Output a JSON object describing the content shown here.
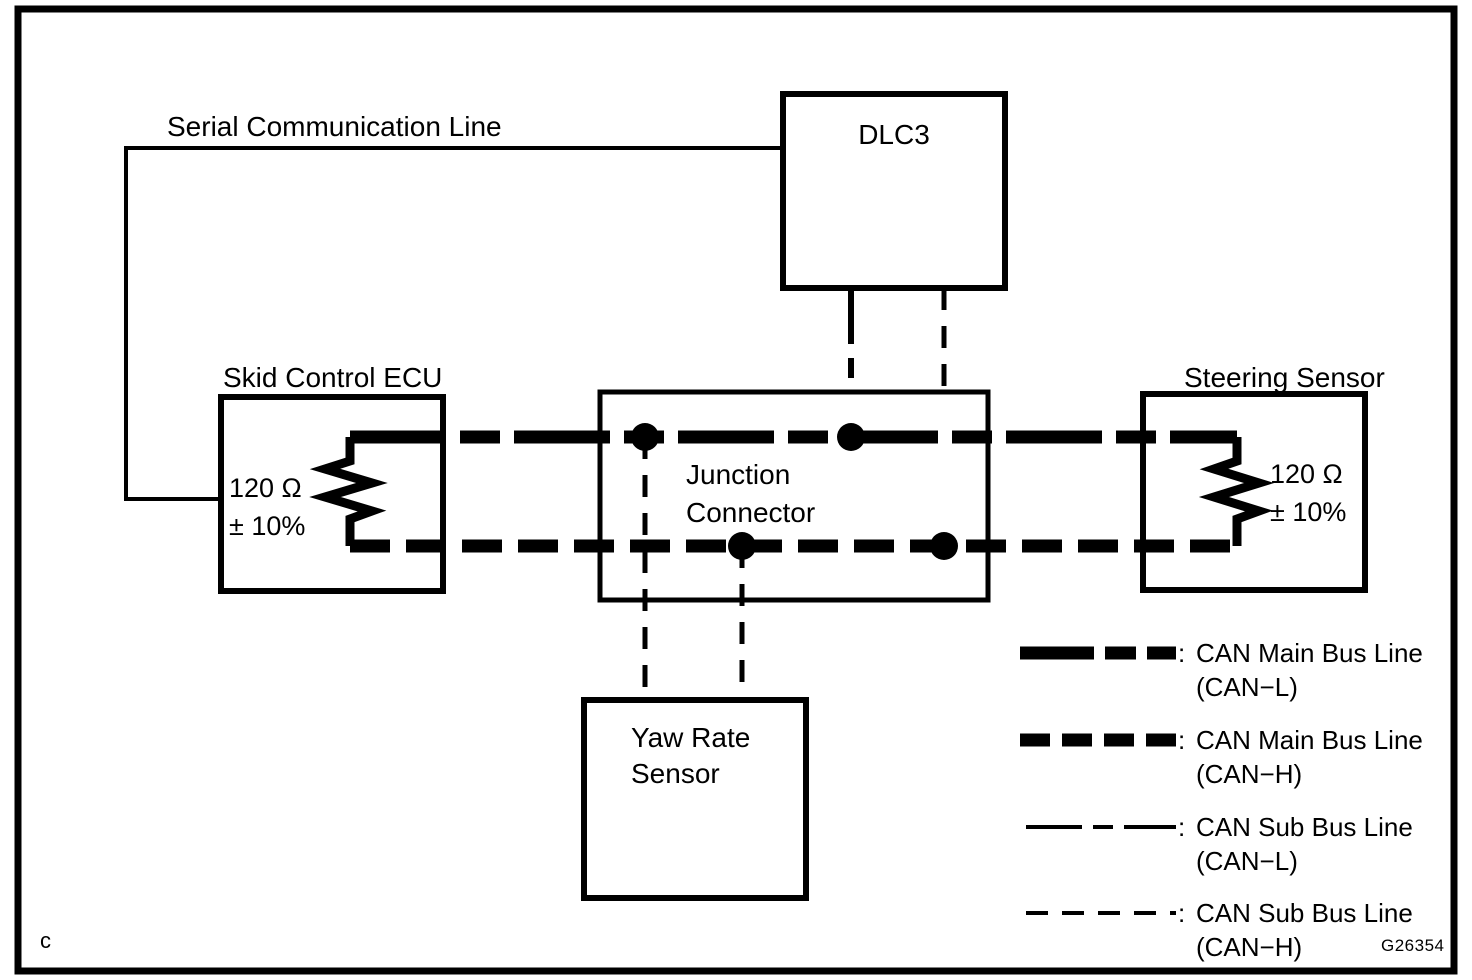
{
  "diagram": {
    "title_code": "G26354",
    "corner_mark": "c",
    "frame_color": "#000000",
    "background_color": "#ffffff",
    "serial_line_label": "Serial Communication Line",
    "nodes": [
      {
        "id": "dlc3",
        "label": "DLC3"
      },
      {
        "id": "skid-control-ecu",
        "label": "Skid Control ECU"
      },
      {
        "id": "junction-connector",
        "label_line1": "Junction",
        "label_line2": "Connector"
      },
      {
        "id": "steering-sensor",
        "label": "Steering Sensor"
      },
      {
        "id": "yaw-rate-sensor",
        "label_line1": "Yaw Rate",
        "label_line2": "Sensor"
      }
    ],
    "resistors": [
      {
        "id": "ecu-terminator",
        "value_line1": "120 Ω",
        "value_line2": "± 10%"
      },
      {
        "id": "steering-terminator",
        "value_line1": "120 Ω",
        "value_line2": "± 10%"
      }
    ]
  },
  "legend": {
    "items": [
      {
        "style": "main-can-l",
        "separator": ": ",
        "label_line1": "CAN Main Bus Line",
        "label_line2": "(CAN−L)"
      },
      {
        "style": "main-can-h",
        "separator": ": ",
        "label_line1": "CAN Main Bus Line",
        "label_line2": "(CAN−H)"
      },
      {
        "style": "sub-can-l",
        "separator": ": ",
        "label_line1": "CAN Sub Bus Line",
        "label_line2": "(CAN−L)"
      },
      {
        "style": "sub-can-h",
        "separator": ": ",
        "label_line1": "CAN Sub Bus Line",
        "label_line2": "(CAN−H)"
      }
    ]
  }
}
